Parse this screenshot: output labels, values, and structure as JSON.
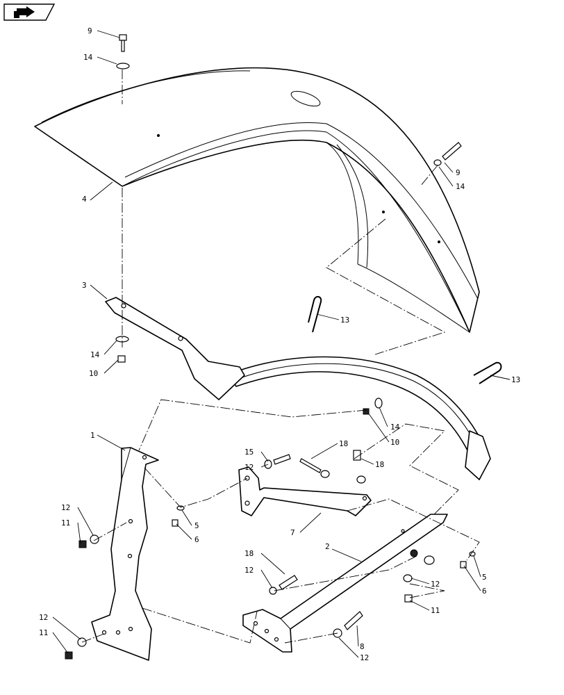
{
  "diagram": {
    "type": "exploded parts diagram",
    "nav_icon": "arrow-icon",
    "callouts": [
      {
        "id": "c9a",
        "label": "9"
      },
      {
        "id": "c14a",
        "label": "14"
      },
      {
        "id": "c9b",
        "label": "9"
      },
      {
        "id": "c14b",
        "label": "14"
      },
      {
        "id": "c4",
        "label": "4"
      },
      {
        "id": "c3",
        "label": "3"
      },
      {
        "id": "c13a",
        "label": "13"
      },
      {
        "id": "c13b",
        "label": "13"
      },
      {
        "id": "c14c",
        "label": "14"
      },
      {
        "id": "c10a",
        "label": "10"
      },
      {
        "id": "c14d",
        "label": "14"
      },
      {
        "id": "c10b",
        "label": "10"
      },
      {
        "id": "c1",
        "label": "1"
      },
      {
        "id": "c15",
        "label": "15"
      },
      {
        "id": "c12a",
        "label": "12"
      },
      {
        "id": "c18a",
        "label": "18"
      },
      {
        "id": "c18b",
        "label": "18"
      },
      {
        "id": "c12b",
        "label": "12"
      },
      {
        "id": "c11a",
        "label": "11"
      },
      {
        "id": "c5a",
        "label": "5"
      },
      {
        "id": "c6a",
        "label": "6"
      },
      {
        "id": "c7",
        "label": "7"
      },
      {
        "id": "c2",
        "label": "2"
      },
      {
        "id": "c5b",
        "label": "5"
      },
      {
        "id": "c6b",
        "label": "6"
      },
      {
        "id": "c18c",
        "label": "18"
      },
      {
        "id": "c12c",
        "label": "12"
      },
      {
        "id": "c12d",
        "label": "12"
      },
      {
        "id": "c11b",
        "label": "11"
      },
      {
        "id": "c12e",
        "label": "12"
      },
      {
        "id": "c11c",
        "label": "11"
      },
      {
        "id": "c8",
        "label": "8"
      },
      {
        "id": "c12f",
        "label": "12"
      }
    ]
  }
}
